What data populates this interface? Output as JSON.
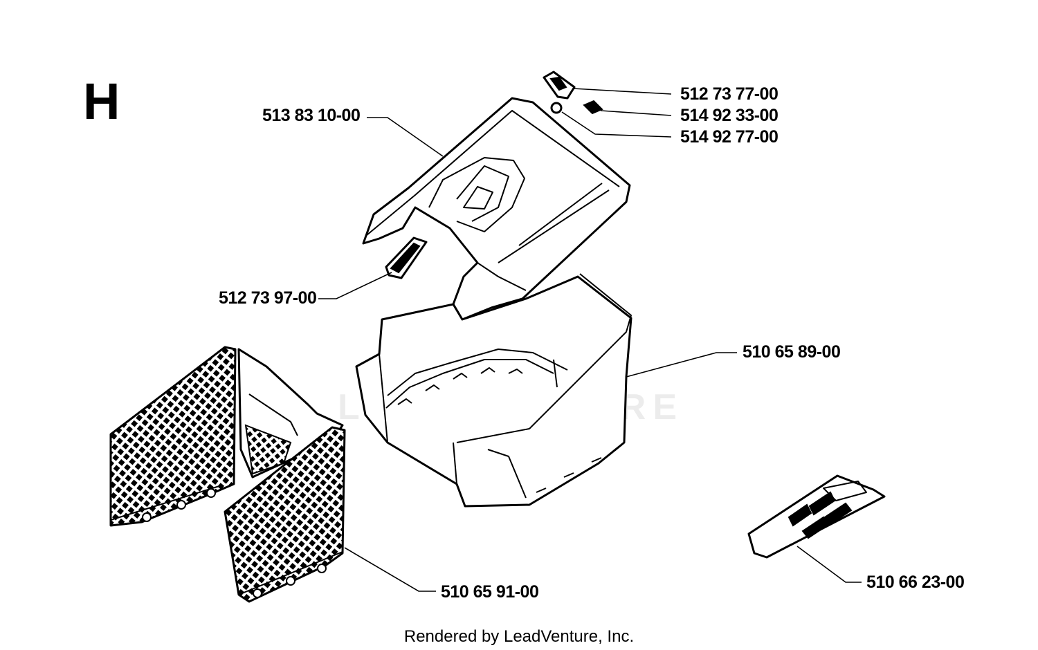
{
  "diagram": {
    "section_letter": "H",
    "watermark_text": "LEADVENTURE",
    "footer_text": "Rendered by LeadVenture, Inc.",
    "parts": [
      {
        "id": "p1",
        "number": "512 73 77-00"
      },
      {
        "id": "p2",
        "number": "514 92 33-00"
      },
      {
        "id": "p3",
        "number": "514 92 77-00"
      },
      {
        "id": "p4",
        "number": "513 83 10-00"
      },
      {
        "id": "p5",
        "number": "512 73 97-00"
      },
      {
        "id": "p6",
        "number": "510 65 89-00"
      },
      {
        "id": "p7",
        "number": "510 65 91-00"
      },
      {
        "id": "p8",
        "number": "510 66 23-00"
      }
    ]
  }
}
